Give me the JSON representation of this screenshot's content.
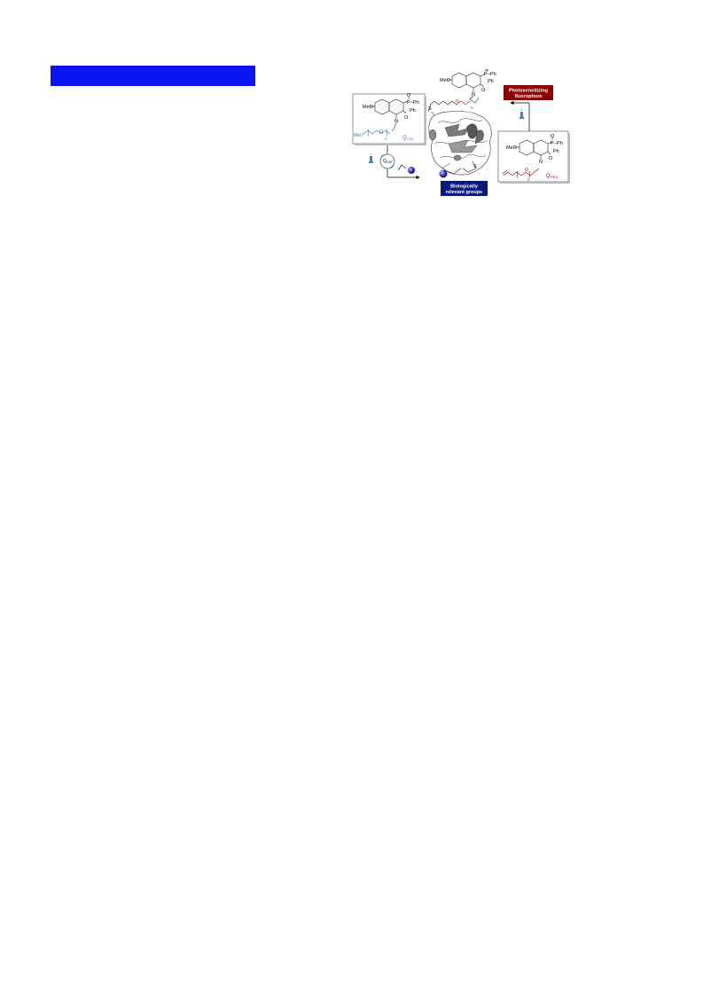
{
  "header_bar": {
    "color": "#0a14f2"
  },
  "figure": {
    "top_molecule": {
      "substituent": "MeO",
      "p_group": "P",
      "ph1": "–Ph",
      "ph2": "Ph",
      "oxo_p": "O",
      "oxo_ring": "O",
      "n_atom": "N",
      "o_link": "O",
      "n_sub": "n",
      "s_atom": "S"
    },
    "photosensitizer_label": {
      "line1": "Photosensitizing",
      "line2": "fluorophore",
      "color": "#8b0000"
    },
    "left_box": {
      "substituent": "MeO",
      "p_group": "P",
      "ph1": "–Ph",
      "ph2": "Ph",
      "oxo_p": "O",
      "oxo_ring": "O",
      "n_atom": "N",
      "chain_start": "MeO",
      "chain_o": "O",
      "chain_n": "n",
      "q_label": "Q",
      "q_sub": "CAT",
      "chain_color": "#3a6fc4"
    },
    "right_box": {
      "substituent": "MeO",
      "p_group": "P",
      "ph1": "–Ph",
      "ph2": "Ph",
      "oxo_p": "O",
      "oxo_ring": "O",
      "n_atom": "N",
      "chain_o": "O",
      "chain_n": "n",
      "q_label": "Q",
      "q_sub": "PEG",
      "chain_color": "#8b0000"
    },
    "catalyst_cycle": {
      "q_label": "Q",
      "q_sub": "CAT"
    },
    "protein": {
      "s_atom": "S"
    },
    "bio_label": {
      "line1": "Biologically",
      "line2": "relevant groups",
      "color": "#0b1a7a"
    },
    "light_icon_color": "#4a7fd6"
  }
}
